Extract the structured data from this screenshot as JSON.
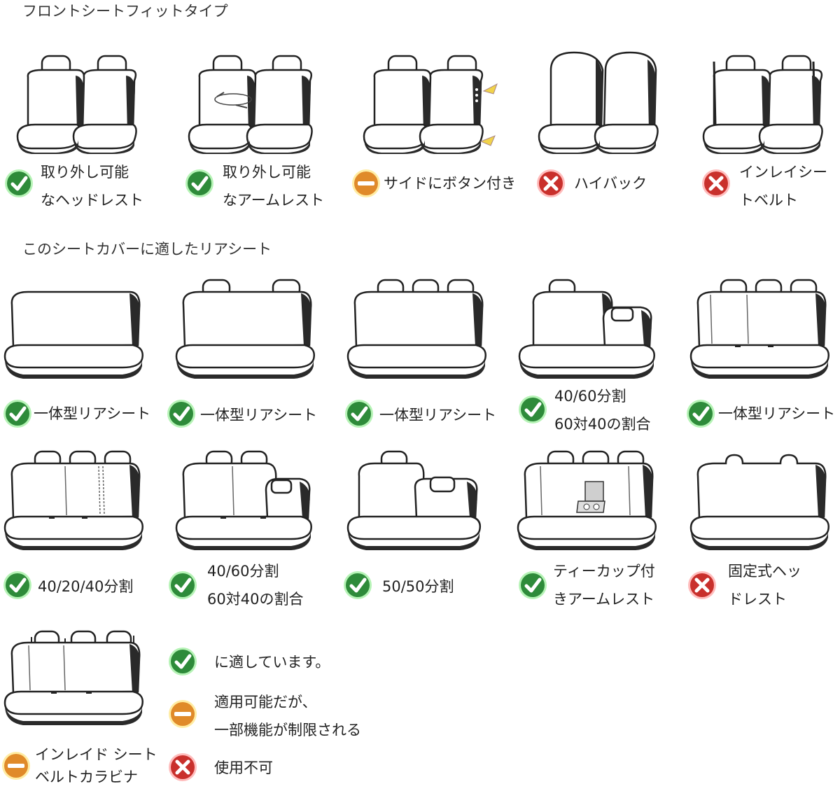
{
  "sections": {
    "front_title": "フロントシートフィットタイプ",
    "rear_title": "このシートカバーに適したリアシート"
  },
  "front": [
    {
      "status": "ok",
      "line1": "取り外し可能",
      "line2": "なヘッドレスト"
    },
    {
      "status": "ok",
      "line1": "取り外し可能",
      "line2": "なアームレスト"
    },
    {
      "status": "partial",
      "line1": "サイドにボタン付き",
      "line2": ""
    },
    {
      "status": "ng",
      "line1": "ハイバック",
      "line2": ""
    },
    {
      "status": "ng",
      "line1": "インレイシー",
      "line2": "トベルト"
    }
  ],
  "rear_row1": [
    {
      "status": "ok",
      "line1": "一体型リアシート",
      "line2": ""
    },
    {
      "status": "ok",
      "line1": "一体型リアシート",
      "line2": ""
    },
    {
      "status": "ok",
      "line1": "一体型リアシート",
      "line2": ""
    },
    {
      "status": "ok",
      "line1": "40/60分割",
      "line2": "60対40の割合"
    },
    {
      "status": "ok",
      "line1": "一体型リアシート",
      "line2": ""
    }
  ],
  "rear_row2": [
    {
      "status": "ok",
      "line1": "40/20/40分割",
      "line2": ""
    },
    {
      "status": "ok",
      "line1": "40/60分割",
      "line2": "60対40の割合"
    },
    {
      "status": "ok",
      "line1": "50/50分割",
      "line2": ""
    },
    {
      "status": "ok",
      "line1": "ティーカップ付",
      "line2": "きアームレスト"
    },
    {
      "status": "ng",
      "line1": "固定式ヘッ",
      "line2": "ドレスト"
    }
  ],
  "bottom_item": {
    "status": "partial",
    "line1": "インレイド シート",
    "line2": "ベルトカラビナ"
  },
  "legend": [
    {
      "status": "ok",
      "line1": "に適しています。",
      "line2": ""
    },
    {
      "status": "partial",
      "line1": "適用可能だが、",
      "line2": "一部機能が制限される"
    },
    {
      "status": "ng",
      "line1": "使用不可",
      "line2": ""
    }
  ],
  "icons": {
    "ok": "check-icon",
    "partial": "minus-icon",
    "ng": "cross-icon"
  },
  "colors": {
    "ok": "#2e8b3a",
    "ok_glow": "#6ee86e",
    "partial": "#e08a2a",
    "partial_glow": "#ffe066",
    "ng": "#c9302c",
    "ng_glow": "#ff7a7a",
    "seat_dark": "#2a2a2a"
  }
}
